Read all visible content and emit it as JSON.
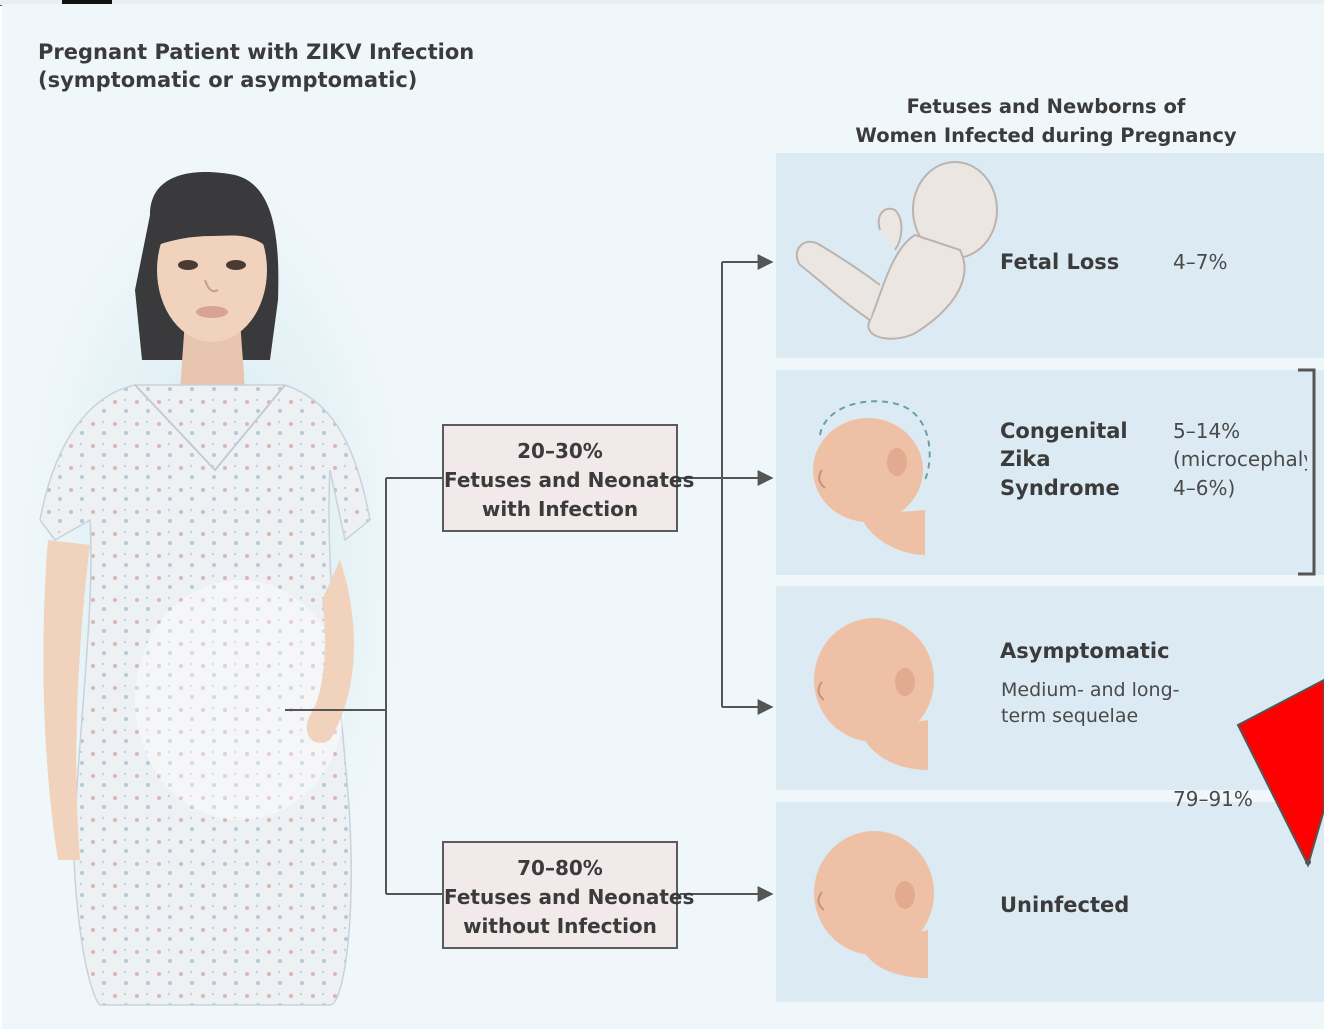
{
  "left_title": {
    "line1": "Pregnant Patient with ZIKV Infection",
    "line2": "(symptomatic or asymptomatic)"
  },
  "right_title": {
    "line1": "Fetuses and Newborns of",
    "line2": "Women Infected during Pregnancy"
  },
  "boxes": {
    "infected": {
      "percent": "20–30%",
      "line1": "Fetuses and Neonates",
      "line2": "with Infection"
    },
    "uninfected": {
      "percent": "70–80%",
      "line1": "Fetuses and Neonates",
      "line2": "without Infection"
    }
  },
  "outcomes": {
    "fetal_loss": {
      "label": "Fetal Loss",
      "percent": "4–7%"
    },
    "czs": {
      "label_line1": "Congenital",
      "label_line2": "Zika",
      "label_line3": "Syndrome",
      "pct_line1": "5–14%",
      "pct_line2": "(microcephaly",
      "pct_line3": "4–6%)"
    },
    "asymptomatic": {
      "label": "Asymptomatic",
      "sub_line1": "Medium- and long-",
      "sub_line2": "term sequelae"
    },
    "combined_percent": "79–91%",
    "uninfected": {
      "label": "Uninfected"
    }
  },
  "colors": {
    "background": "#f0f7fa",
    "panel": "#dcebf3",
    "box_fill": "#f1e9ea",
    "line": "#555555",
    "marker": "#ff0000"
  }
}
